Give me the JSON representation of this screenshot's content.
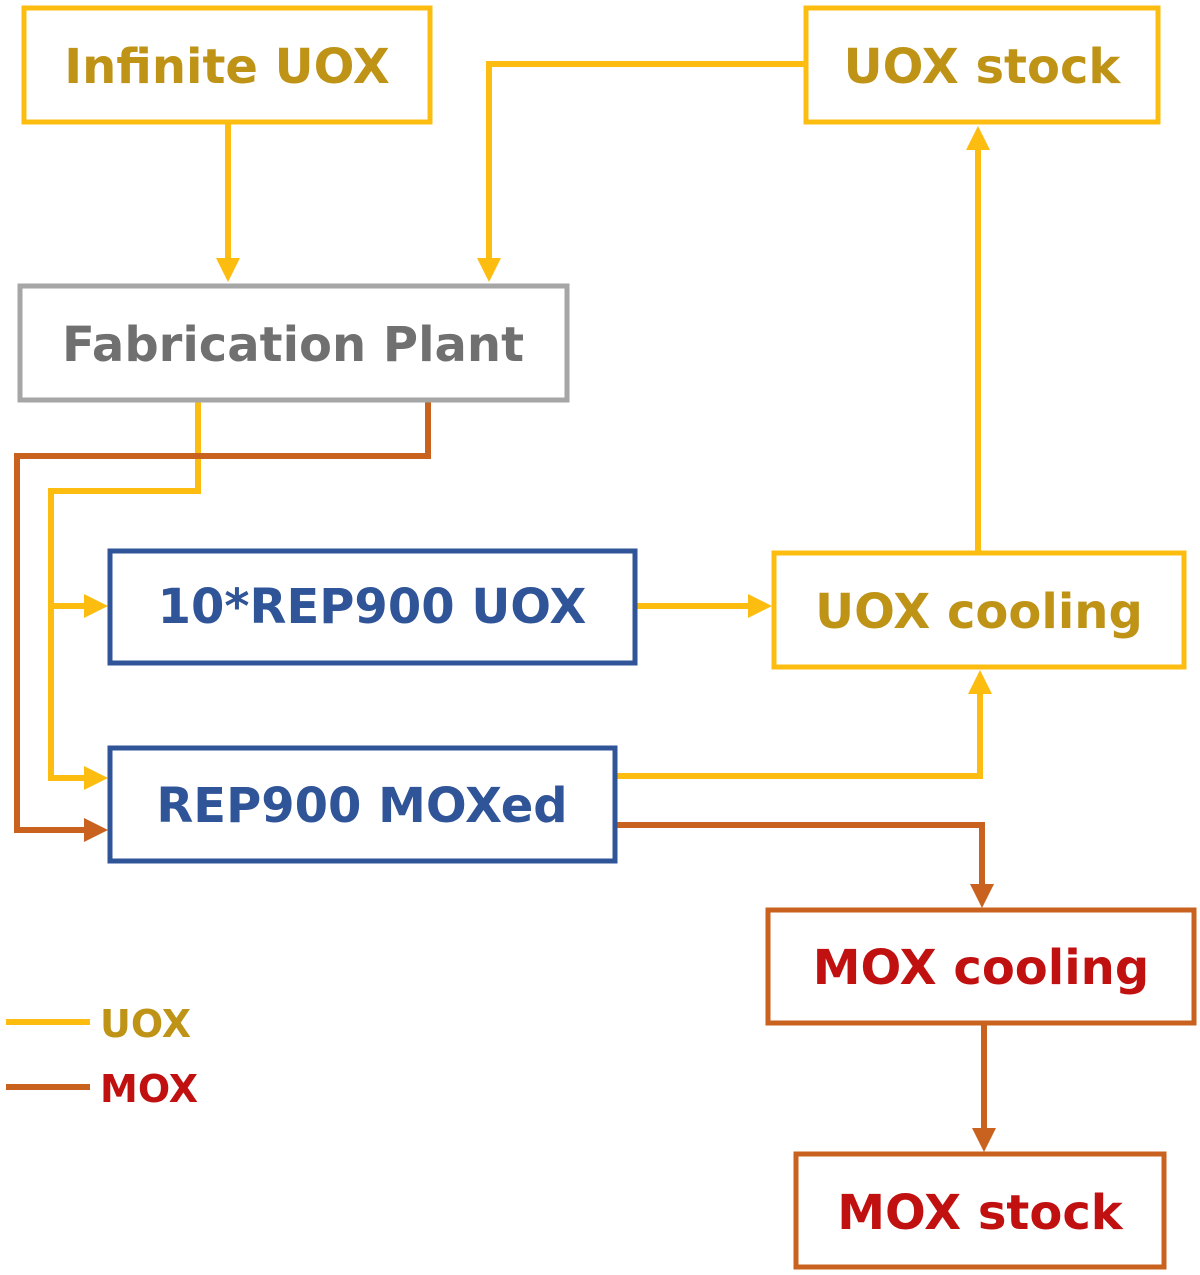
{
  "colors": {
    "uox_line": "#FDBD10",
    "mox_line": "#C8621E",
    "uox_text": "#BE9316",
    "mox_text": "#C01010",
    "grey_border": "#A6A6A6",
    "grey_text": "#707070",
    "blue_border": "#2F5497",
    "blue_text": "#2F5497"
  },
  "nodes": {
    "infinite_uox": "Infinite UOX",
    "uox_stock": "UOX stock",
    "fabrication_plant": "Fabrication Plant",
    "rep900_uox": "10*REP900 UOX",
    "uox_cooling": "UOX cooling",
    "rep900_moxed": "REP900 MOXed",
    "mox_cooling": "MOX cooling",
    "mox_stock": "MOX stock"
  },
  "legend": {
    "uox": "UOX",
    "mox": "MOX"
  }
}
